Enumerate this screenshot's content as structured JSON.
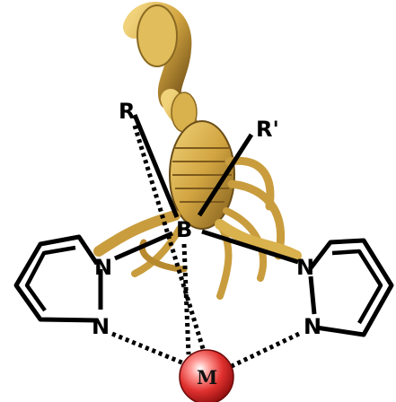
{
  "diagram": {
    "boron_label": "B",
    "substituent_r": "R",
    "substituent_r_prime": "R'",
    "nitrogen_left_upper": "N",
    "nitrogen_left_lower": "N",
    "nitrogen_right_upper": "N",
    "nitrogen_right_lower": "N",
    "metal_label": "M",
    "colors": {
      "metal_sphere": "#e0312f",
      "scorpion_body": "#d9b14d",
      "scorpion_shadow": "#8a6a22",
      "bond_line": "#000000"
    }
  }
}
